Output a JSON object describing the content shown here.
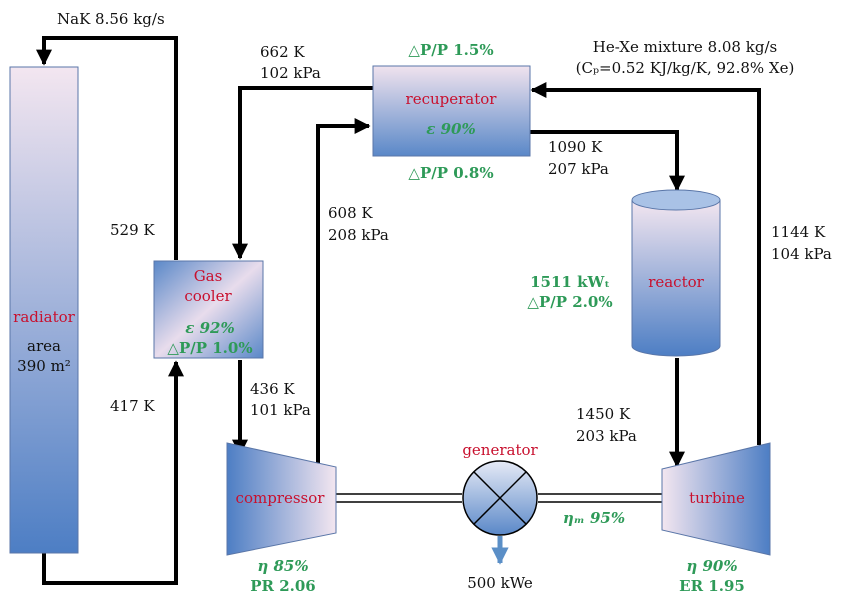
{
  "colors": {
    "flow_line": "#000000",
    "component_label": "#c8102e",
    "parameter": "#2e9a58",
    "output_arrow": "#5b8fc7",
    "box_top": "#f2e4ef",
    "box_bottom": "#4f7fc4"
  },
  "icons": {
    "generator": "circle-cross-icon",
    "reactor": "cylinder-icon",
    "compressor": "trapezoid-icon",
    "turbine": "trapezoid-icon"
  },
  "flows": {
    "nak": {
      "label": "NaK 8.56 kg/s"
    },
    "hexe": {
      "line1": "He-Xe mixture 8.08 kg/s",
      "line2": "(Cₚ=0.52 KJ/kg/K, 92.8% Xe)"
    }
  },
  "components": {
    "radiator": {
      "name": "radiator",
      "area_label": "area",
      "area_value": "390 m²"
    },
    "gas_cooler": {
      "name_line1": "Gas",
      "name_line2": "cooler",
      "effectiveness": "ε 92%",
      "pressure_drop": "△P/P 1.0%"
    },
    "recuperator": {
      "name": "recuperator",
      "effectiveness": "ε 90%",
      "pressure_drop_top": "△P/P 1.5%",
      "pressure_drop_bottom": "△P/P 0.8%"
    },
    "reactor": {
      "name": "reactor",
      "power": "1511 kWₜ",
      "pressure_drop": "△P/P 2.0%"
    },
    "compressor": {
      "name": "compressor",
      "efficiency": "η 85%",
      "pressure_ratio": "PR 2.06"
    },
    "turbine": {
      "name": "turbine",
      "efficiency": "η 90%",
      "expansion_ratio": "ER 1.95"
    },
    "generator": {
      "name": "generator",
      "efficiency": "ηₘ 95%",
      "output": "500 kWe"
    }
  },
  "states": {
    "recup_hot_in": {
      "temperature": "662 K",
      "pressure": "102 kPa"
    },
    "recup_cold_out": {
      "temperature": "1090 K",
      "pressure": "207 kPa"
    },
    "comp_out": {
      "temperature": "608 K",
      "pressure": "208 kPa"
    },
    "turb_out": {
      "temperature": "1144 K",
      "pressure": "104 kPa"
    },
    "cooler_out": {
      "temperature": "436 K",
      "pressure": "101 kPa"
    },
    "turb_in": {
      "temperature": "1450 K",
      "pressure": "203 kPa"
    },
    "nak_hot": {
      "temperature": "529 K"
    },
    "nak_cold": {
      "temperature": "417 K"
    }
  }
}
